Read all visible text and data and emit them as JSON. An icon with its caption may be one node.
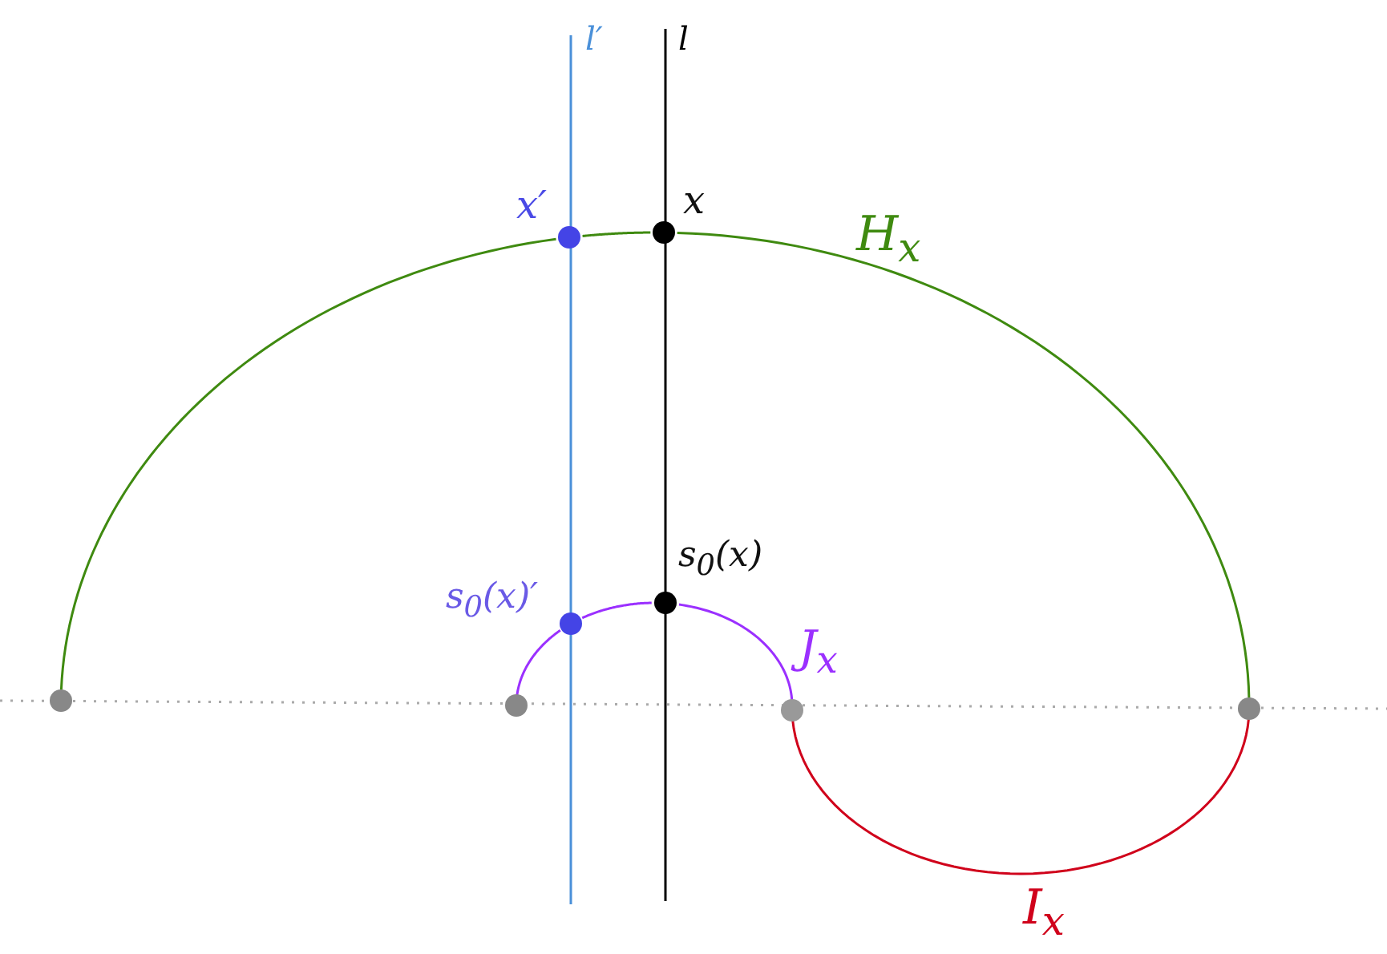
{
  "diagram": {
    "nodes": [
      {
        "text": [],
        "shape": "circle"
      },
      {
        "text": [
          "x′"
        ]
      },
      {
        "text": [
          "x"
        ]
      },
      {
        "text": [
          "s$_{0}$(x)′"
        ]
      },
      {
        "text": [
          "s$_{0}$(x)"
        ]
      },
      {
        "text": [],
        "shape": "circle"
      },
      {
        "text": [],
        "shape": "circle"
      },
      {
        "text": [],
        "shape": "circle"
      }
    ],
    "edges": [
      {
        "from": 0,
        "to": 1,
        "arrow": "none",
        "color": "#3f8a10"
      },
      {
        "from": 1,
        "to": 2,
        "arrow": "none",
        "color": "#3f8a10"
      },
      {
        "from": 2,
        "to": 7,
        "arrow": "none",
        "color": "#3f8a10",
        "label": "H$_{x}$"
      },
      {
        "from": 5,
        "to": 3,
        "arrow": "none",
        "color": "#9b30ff"
      },
      {
        "from": 3,
        "to": 4,
        "arrow": "none",
        "color": "#9b30ff"
      },
      {
        "from": 4,
        "to": 6,
        "arrow": "none",
        "color": "#9b30ff",
        "label": "J$_{x}$"
      },
      {
        "from": 6,
        "to": 7,
        "arrow": "none",
        "color": "#d0021b",
        "label": "I$_{x}$"
      }
    ],
    "labels": [
      "l′",
      "l"
    ]
  }
}
